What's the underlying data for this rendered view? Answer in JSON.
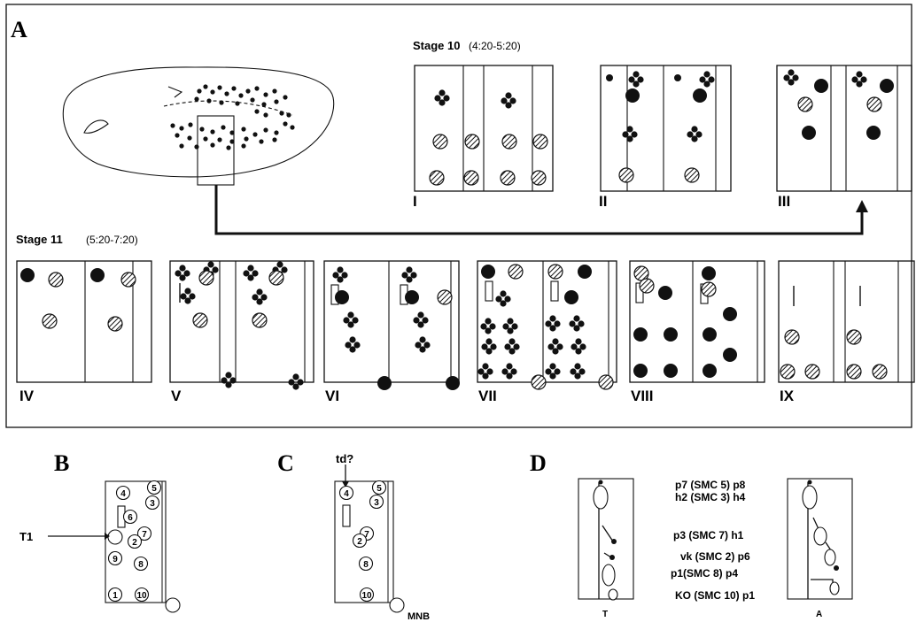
{
  "panel_letters": {
    "a": "A",
    "b": "B",
    "c": "C",
    "d": "D"
  },
  "stage10": {
    "label": "Stage 10",
    "time": "(4:20-5:20)"
  },
  "stage11": {
    "label": "Stage 11",
    "time": "(5:20-7:20)"
  },
  "roman": [
    "I",
    "II",
    "III",
    "IV",
    "V",
    "VI",
    "VII",
    "VIII",
    "IX"
  ],
  "panel_b": {
    "arrow_label": "T1",
    "numbers": [
      "4",
      "5",
      "3",
      "6",
      "7",
      "2",
      "9",
      "8",
      "1",
      "10"
    ]
  },
  "panel_c": {
    "top_label": "td?",
    "bottom_label": "MNB",
    "numbers": [
      "4",
      "5",
      "3",
      "7",
      "2",
      "8",
      "10"
    ]
  },
  "panel_d": {
    "left_label": "T",
    "right_label": "A",
    "rows": [
      "p7 (SMC 5) p8",
      "h2 (SMC 3) h4",
      "p3 (SMC 7) h1",
      "vk (SMC 2) p6",
      "p1(SMC 8) p4",
      "KO (SMC 10) p1"
    ]
  }
}
